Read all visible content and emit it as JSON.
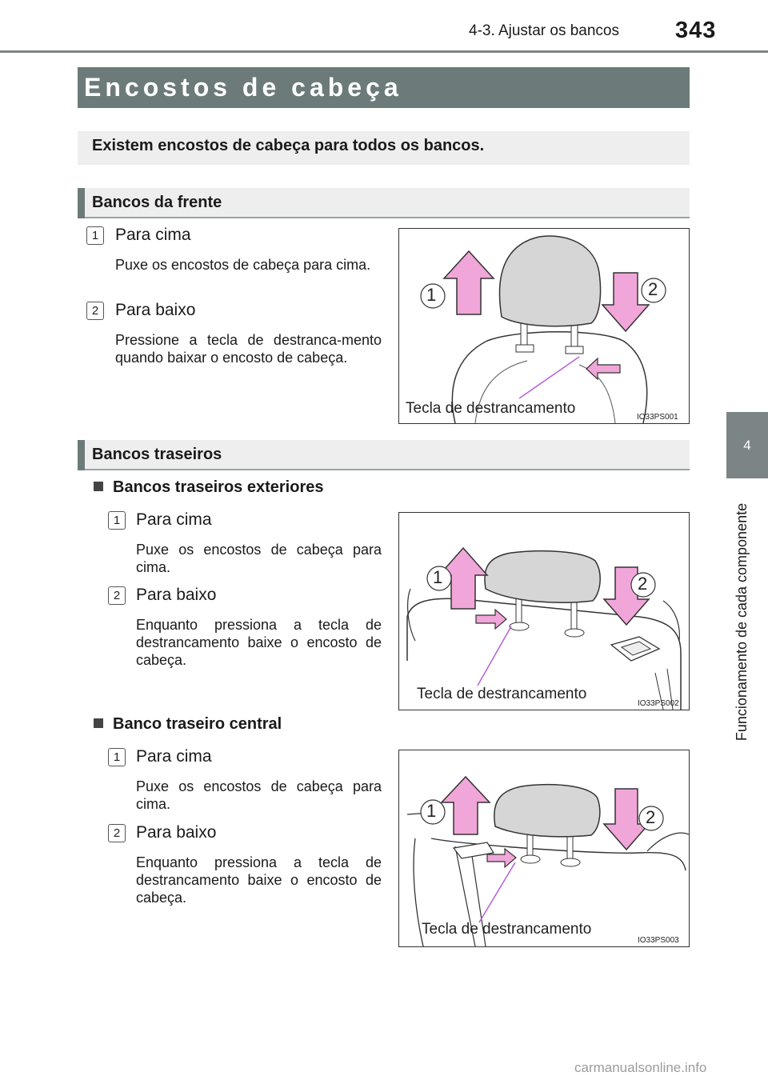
{
  "header": {
    "section": "4-3. Ajustar os bancos",
    "page_number": "343"
  },
  "side_tab": {
    "number": "4",
    "label": "Funcionamento de cada componente"
  },
  "title": "Encostos de cabeça",
  "intro": "Existem encostos de cabeça para todos os bancos.",
  "front": {
    "heading": "Bancos da frente",
    "items": [
      {
        "num": "1",
        "title": "Para cima",
        "desc": "Puxe os encostos de cabeça para cima."
      },
      {
        "num": "2",
        "title": "Para baixo",
        "desc": "Pressione a tecla de destranca-mento quando baixar o encosto de cabeça."
      }
    ],
    "figure": {
      "label": "Tecla de destrancamento",
      "code": "IO33PS001",
      "callout1": "1",
      "callout2": "2"
    }
  },
  "rear": {
    "heading": "Bancos traseiros",
    "outer": {
      "subheading": "Bancos traseiros exteriores",
      "items": [
        {
          "num": "1",
          "title": "Para cima",
          "desc": "Puxe os encostos de cabeça para cima."
        },
        {
          "num": "2",
          "title": "Para baixo",
          "desc": "Enquanto pressiona a tecla de destrancamento baixe o encosto de cabeça."
        }
      ],
      "figure": {
        "label": "Tecla de destrancamento",
        "code": "IO33PS002",
        "callout1": "1",
        "callout2": "2"
      }
    },
    "center": {
      "subheading": "Banco traseiro central",
      "items": [
        {
          "num": "1",
          "title": "Para cima",
          "desc": "Puxe os encostos de cabeça para cima."
        },
        {
          "num": "2",
          "title": "Para baixo",
          "desc": "Enquanto pressiona a tecla de destrancamento baixe o encosto de cabeça."
        }
      ],
      "figure": {
        "label": "Tecla de destrancamento",
        "code": "IO33PS003",
        "callout1": "1",
        "callout2": "2"
      }
    }
  },
  "watermark": "carmanualsonline.info",
  "colors": {
    "band": "#6c7b7a",
    "arrow": "#f0a6d8",
    "arrow_outline": "#333333",
    "headrest": "#d6d6d6",
    "leader": "#b65fd6"
  }
}
